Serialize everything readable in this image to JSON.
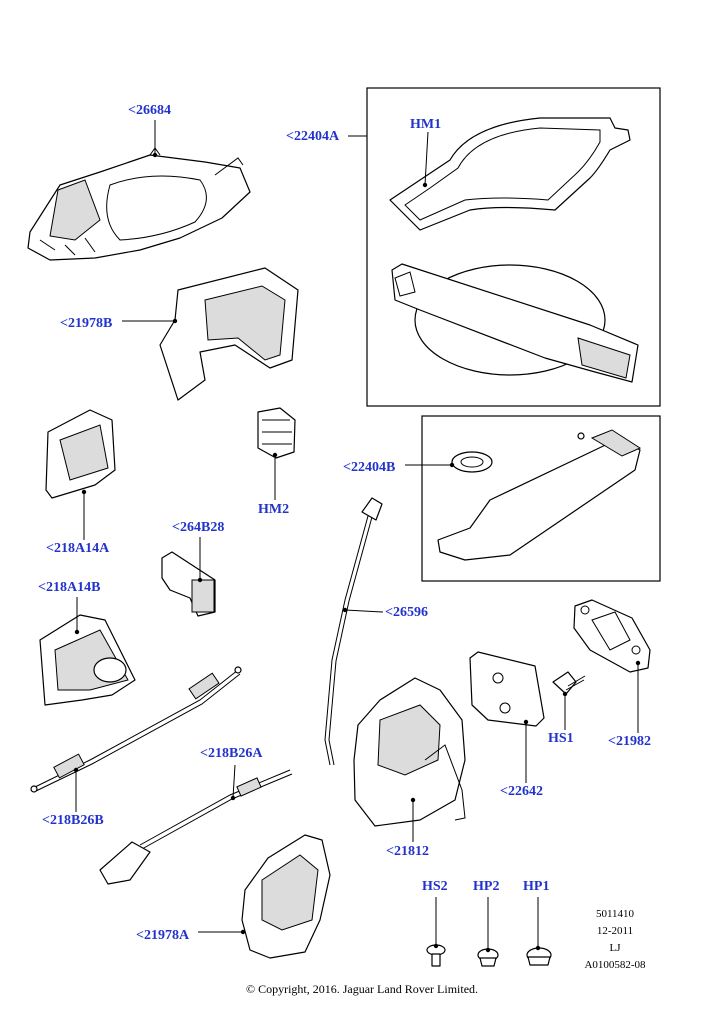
{
  "labels": {
    "l26684": "<26684",
    "l22404A": "<22404A",
    "lHM1": "HM1",
    "l21978B": "<21978B",
    "l22404B": "<22404B",
    "l218A14A": "<218A14A",
    "lHM2": "HM2",
    "l264B28": "<264B28",
    "l218A14B": "<218A14B",
    "l26596": "<26596",
    "l21982": "<21982",
    "lHS1": "HS1",
    "l22642": "<22642",
    "l218B26A": "<218B26A",
    "l218B26B": "<218B26B",
    "l21812": "<21812",
    "l21978A": "<21978A",
    "lHS2": "HS2",
    "lHP2": "HP2",
    "lHP1": "HP1"
  },
  "stamp": [
    "5011410",
    "12-2011",
    "LJ",
    "A0100582-08"
  ],
  "copyright": "© Copyright, 2016. Jaguar Land Rover Limited."
}
